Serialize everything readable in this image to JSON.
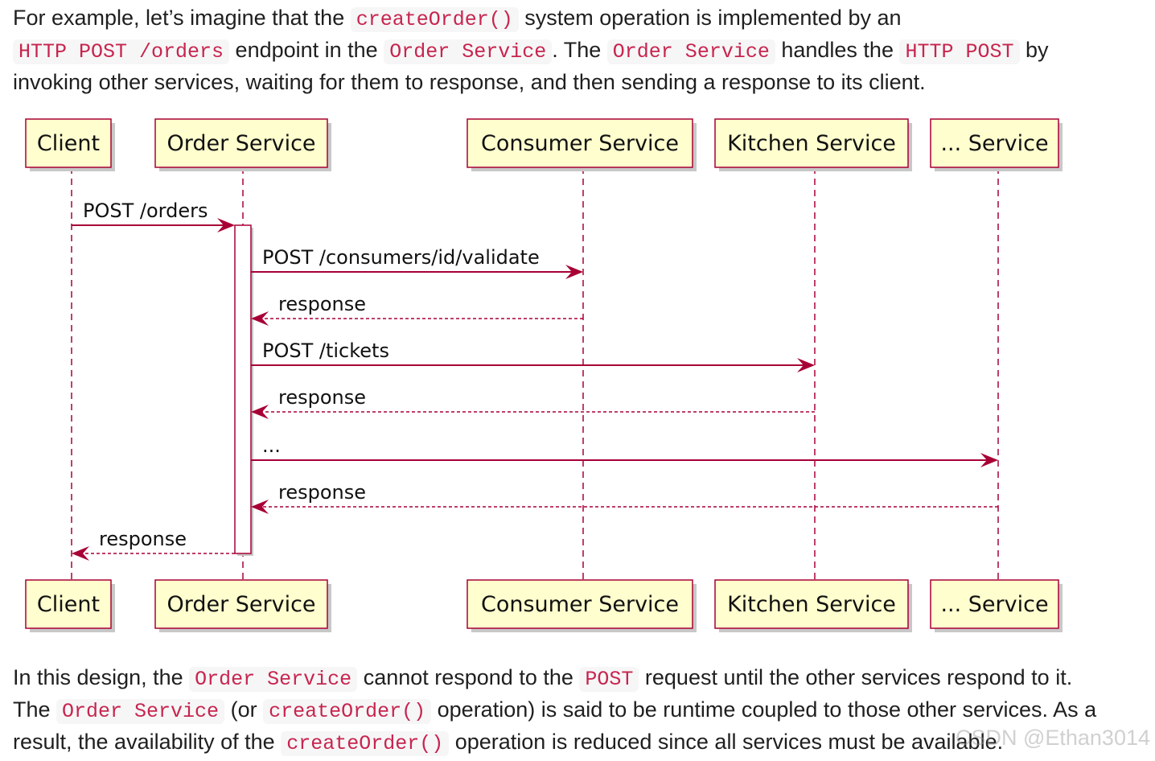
{
  "paragraph1": {
    "l1_t1": "For example, let’s imagine that the ",
    "l1_c1": "createOrder()",
    "l1_t2": " system operation is implemented by an",
    "l2_c1": "HTTP POST /orders",
    "l2_t1": " endpoint in the ",
    "l2_c2": "Order Service",
    "l2_t2": ". The ",
    "l2_c3": "Order Service",
    "l2_t3": " handles the ",
    "l2_c4": "HTTP POST",
    "l2_t4": " by",
    "l3_t1": "invoking other services, waiting for them to response, and then sending a response to its client."
  },
  "diagram": {
    "participants": [
      "Client",
      "Order Service",
      "Consumer Service",
      "Kitchen Service",
      "... Service"
    ],
    "messages": [
      {
        "label": "POST /orders",
        "from": "Client",
        "to": "Order Service",
        "kind": "call"
      },
      {
        "label": "POST /consumers/id/validate",
        "from": "Order Service",
        "to": "Consumer Service",
        "kind": "call"
      },
      {
        "label": "response",
        "from": "Consumer Service",
        "to": "Order Service",
        "kind": "return"
      },
      {
        "label": "POST /tickets",
        "from": "Order Service",
        "to": "Kitchen Service",
        "kind": "call"
      },
      {
        "label": "response",
        "from": "Kitchen Service",
        "to": "Order Service",
        "kind": "return"
      },
      {
        "label": "...",
        "from": "Order Service",
        "to": "... Service",
        "kind": "call"
      },
      {
        "label": "response",
        "from": "... Service",
        "to": "Order Service",
        "kind": "return"
      },
      {
        "label": "response",
        "from": "Order Service",
        "to": "Client",
        "kind": "return"
      }
    ],
    "colors": {
      "box_fill": "#fefece",
      "border": "#a80036"
    }
  },
  "paragraph2": {
    "l1_t1": "In this design, the ",
    "l1_c1": "Order Service",
    "l1_t2": " cannot respond to the ",
    "l1_c2": "POST",
    "l1_t3": " request until the other services respond to it.",
    "l2_t1": "The ",
    "l2_c1": "Order Service",
    "l2_t2": " (or ",
    "l2_c2": "createOrder()",
    "l2_t3": " operation) is said to be runtime coupled to those other services. As a",
    "l3_t1": "result, the availability of the ",
    "l3_c1": "createOrder()",
    "l3_t2": " operation is reduced since all services must be available."
  },
  "watermark": "CSDN @Ethan3014"
}
